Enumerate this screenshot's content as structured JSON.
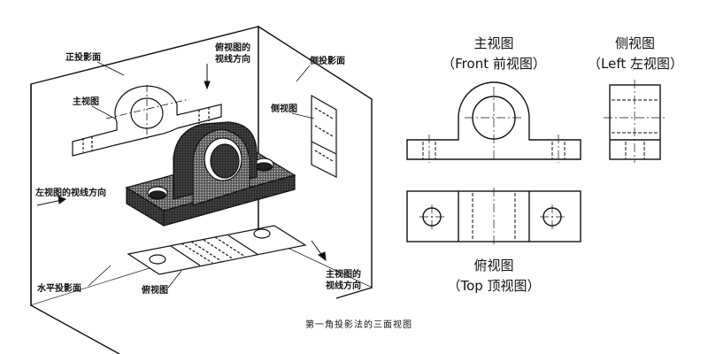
{
  "pictorial": {
    "label_front_plane": "正投影面",
    "label_top_dir_line1": "俯视图的",
    "label_top_dir_line2": "视线方向",
    "label_side_plane": "侧投影面",
    "label_front_view": "主视图",
    "label_side_view": "侧视图",
    "label_left_dir": "左视图的视线方向",
    "label_horizontal_plane": "水平投影面",
    "label_top_view": "俯视图",
    "label_front_dir_line1": "主视图的",
    "label_front_dir_line2": "视线方向"
  },
  "views": {
    "front_line1": "主视图",
    "front_line2": "（Front 前视图）",
    "side_line1": "侧视图",
    "side_line2": "（Left 左视图）",
    "top_line1": "俯视图",
    "top_line2": "（Top 顶视图）"
  },
  "caption": "第一角投影法的三面视图"
}
